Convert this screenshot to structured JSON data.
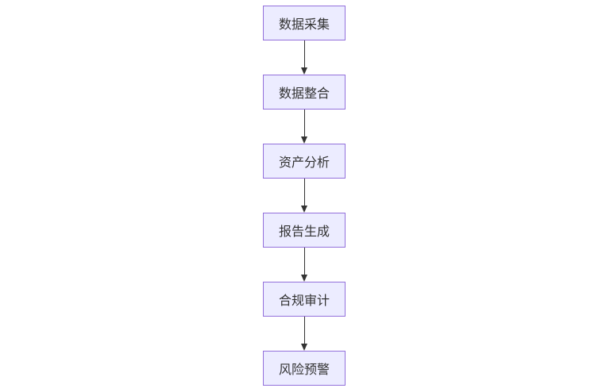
{
  "flowchart": {
    "direction": "top-to-bottom",
    "nodes": [
      {
        "id": "node-1",
        "label": "数据采集"
      },
      {
        "id": "node-2",
        "label": "数据整合"
      },
      {
        "id": "node-3",
        "label": "资产分析"
      },
      {
        "id": "node-4",
        "label": "报告生成"
      },
      {
        "id": "node-5",
        "label": "合规审计"
      },
      {
        "id": "node-6",
        "label": "风险预警"
      }
    ],
    "edges": [
      {
        "from": "数据采集",
        "to": "数据整合"
      },
      {
        "from": "数据整合",
        "to": "资产分析"
      },
      {
        "from": "资产分析",
        "to": "报告生成"
      },
      {
        "from": "报告生成",
        "to": "合规审计"
      },
      {
        "from": "合规审计",
        "to": "风险预警"
      }
    ],
    "colors": {
      "node_fill": "#ECECFF",
      "node_border": "#9370DB",
      "text": "#333333",
      "arrow": "#333333",
      "background": "#FFFFFF"
    }
  }
}
